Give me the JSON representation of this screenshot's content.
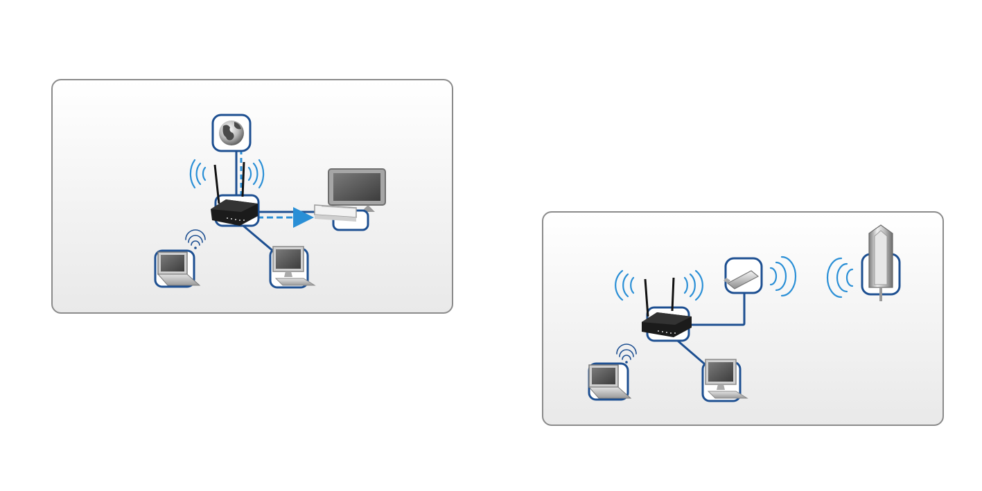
{
  "panels": [
    {
      "id": "router-with-internet-and-iptv",
      "devices": [
        "globe-internet",
        "wireless-router",
        "set-top-box-with-tv",
        "wireless-laptop",
        "wired-desktop-computer"
      ],
      "links": [
        {
          "from": "globe-internet",
          "to": "wireless-router",
          "style": "solid-and-dashed"
        },
        {
          "from": "wireless-router",
          "to": "set-top-box-with-tv",
          "style": "solid-and-dashed-arrow"
        },
        {
          "from": "wireless-router",
          "to": "wired-desktop-computer",
          "style": "solid"
        }
      ],
      "wireless_signals": [
        "router"
      ]
    },
    {
      "id": "router-with-3g-dongle",
      "devices": [
        "usb-3g-dongle",
        "cell-tower",
        "wireless-router",
        "wireless-laptop",
        "wired-desktop-computer"
      ],
      "links": [
        {
          "from": "wireless-router",
          "to": "usb-3g-dongle",
          "style": "solid"
        },
        {
          "from": "wireless-router",
          "to": "wired-desktop-computer",
          "style": "solid"
        }
      ],
      "wireless_signals": [
        "router",
        "usb-3g-dongle",
        "cell-tower"
      ]
    }
  ],
  "colors": {
    "link_blue": "#1d4f91",
    "dashed_blue": "#2a8fd6",
    "signal_blue": "#2a8fd6",
    "panel_border": "#8a8a8a"
  }
}
